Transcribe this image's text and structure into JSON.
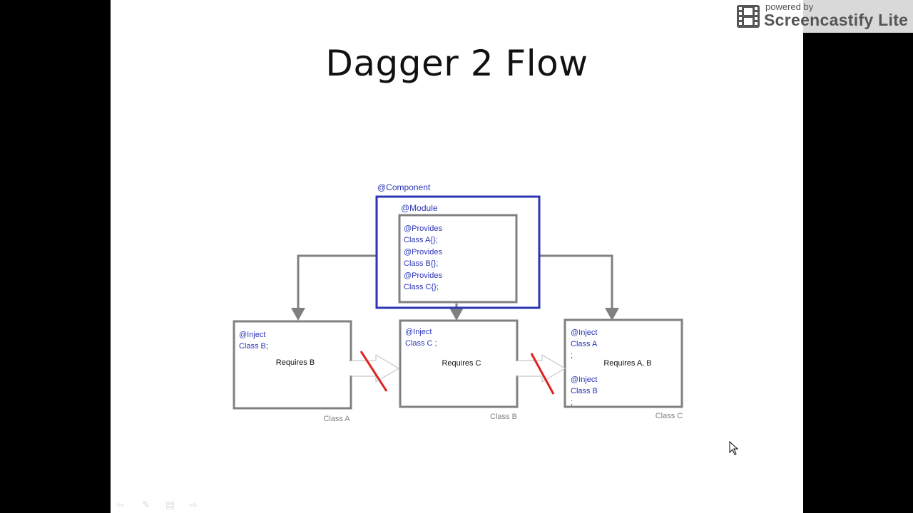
{
  "slide": {
    "title": "Dagger 2 Flow"
  },
  "watermark": {
    "top_text": "powered by",
    "brand": "Screencastify Lite"
  },
  "diagram": {
    "component_label": "@Component",
    "module_label": "@Module",
    "module_lines": [
      "@Provides",
      "Class A{};",
      "@Provides",
      "Class B{};",
      "@Provides",
      "Class C{};"
    ],
    "box_a": {
      "lines": [
        "@Inject",
        "Class B;"
      ],
      "text": "Requires B",
      "caption": "Class A"
    },
    "box_b": {
      "lines": [
        "@Inject",
        "Class C ;"
      ],
      "text": "Requires C",
      "caption": "Class B"
    },
    "box_c": {
      "lines": [
        "@Inject",
        "Class A",
        ";",
        "@Inject",
        "Class B",
        ";"
      ],
      "text": "Requires A, B",
      "caption": "Class C"
    }
  },
  "colors": {
    "blue": "#2b35b5",
    "gray": "#808080",
    "red": "#e02020"
  }
}
